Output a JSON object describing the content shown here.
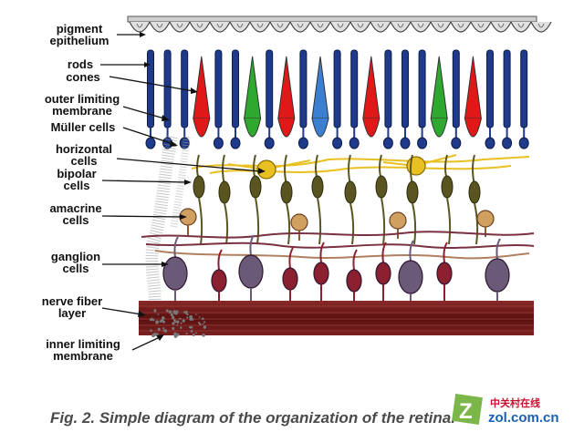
{
  "labels": {
    "pigment_epithelium": "pigment\nepithelium",
    "rods": "rods",
    "cones": "cones",
    "outer_limiting_membrane": "outer limiting\nmembrane",
    "muller_cells": "Müller cells",
    "horizontal_cells": "horizontal\ncells",
    "bipolar_cells": "bipolar\ncells",
    "amacrine_cells": "amacrine\ncells",
    "ganglion_cells": "ganglion\ncells",
    "nerve_fiber_layer": "nerve fiber\nlayer",
    "inner_limiting_membrane": "inner limiting\nmembrane"
  },
  "caption": "Fig. 2. Simple diagram of the organization of the retina.",
  "watermark": {
    "chinese": "中关村在线",
    "url": "zol.com.cn"
  },
  "colors": {
    "rod": "#1f3a8a",
    "cone_red": "#e01818",
    "cone_green": "#2ea82e",
    "cone_blue": "#3a7fd0",
    "bipolar": "#5a5520",
    "horizontal": "#e8c020",
    "amacrine": "#d0a060",
    "ganglion": "#6a5a78",
    "nerve_fiber": "#6a1a1a",
    "caption": "#4a4a4a"
  }
}
